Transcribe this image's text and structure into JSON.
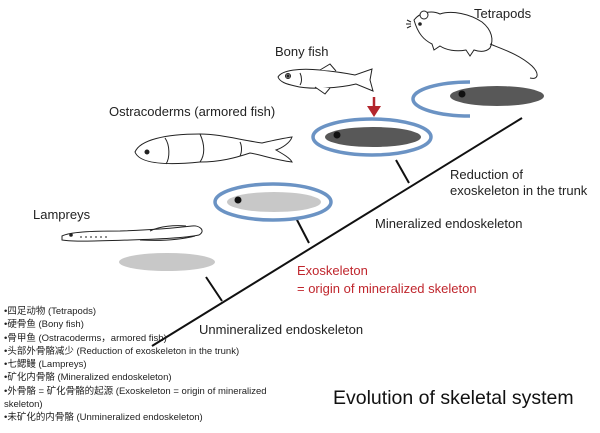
{
  "title": "Evolution of skeletal system",
  "organisms": {
    "tetrapods": "Tetrapods",
    "bony_fish": "Bony fish",
    "ostracoderms": "Ostracoderms (armored fish)",
    "lampreys": "Lampreys"
  },
  "transitions": {
    "reduction_line1": "Reduction of",
    "reduction_line2": "exoskeleton in the trunk",
    "mineralized_endoskeleton": "Mineralized endoskeleton",
    "exoskeleton_line1": "Exoskeleton",
    "exoskeleton_line2": "= origin of mineralized skeleton",
    "unmineralized_endoskeleton": "Unmineralized endoskeleton"
  },
  "legend": [
    "•四足动物 (Tetrapods)",
    "•硬骨鱼 (Bony fish)",
    "•骨甲鱼 (Ostracoderms，armored fish)",
    "•头部外骨骼减少 (Reduction of exoskeleton in the trunk)",
    "•七鳃鳗 (Lampreys)",
    "•矿化内骨骼 (Mineralized endoskeleton)",
    "•外骨骼 = 矿化骨骼的起源 (Exoskeleton = origin of mineralized skeleton)",
    "•未矿化的内骨骼 (Unmineralized endoskeleton)"
  ],
  "colors": {
    "ring_blue": "#6b93c4",
    "light_ellipse": "#c8c8c8",
    "dark_ellipse": "#585858",
    "arrow_red": "#b3262d",
    "exoskeleton_red": "#c0262d"
  }
}
